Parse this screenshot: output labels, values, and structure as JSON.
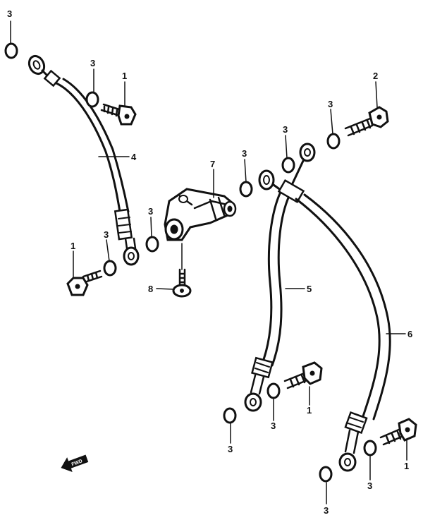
{
  "callouts": {
    "washer_top_left": "3",
    "washer_upper": "3",
    "bolt_upper": "1",
    "hose_left": "4",
    "washer_left_lower": "3",
    "washer_mid_left": "3",
    "bolt_left": "1",
    "joint": "7",
    "washer_joint": "3",
    "bolt_small": "8",
    "washer_right_upper": "3",
    "washer_right_mid": "3",
    "bolt_right_top": "2",
    "hose_middle": "5",
    "hose_right": "6",
    "bolt_mid_lower": "1",
    "washer_mid_lower": "3",
    "washer_bottom_mid": "3",
    "bolt_bottom_right": "1",
    "washer_bottom_right": "3",
    "washer_bottom": "3"
  },
  "front_arrow": "FWD"
}
